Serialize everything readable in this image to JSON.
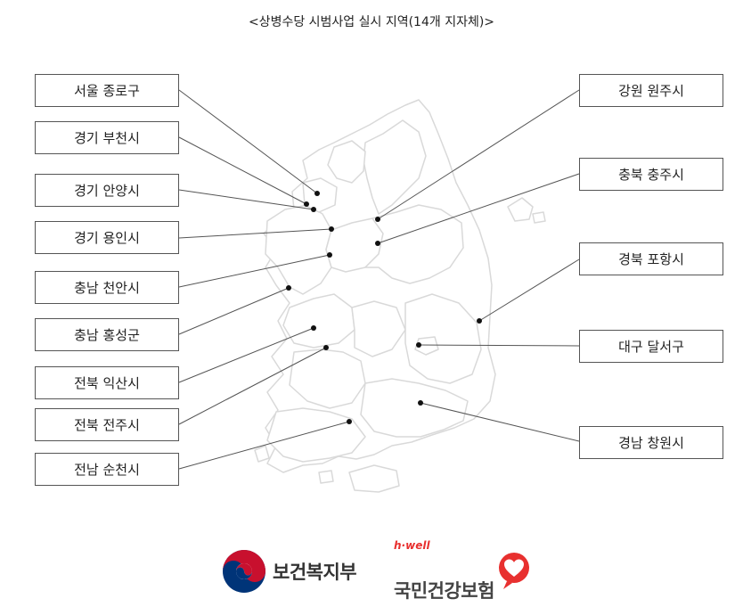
{
  "title": "<상병수당 시범사업 실시 지역(14개 지자체)>",
  "regions_left": [
    "서울 종로구",
    "경기 부천시",
    "경기 안양시",
    "경기 용인시",
    "충남 천안시",
    "충남 홍성군",
    "전북 익산시",
    "전북 전주시",
    "전남 순천시"
  ],
  "regions_right": [
    "강원 원주시",
    "충북 충주시",
    "경북 포항시",
    "대구 달서구",
    "경남 창원시"
  ],
  "logos": {
    "mohw_name": "보건복지부",
    "nhis_slogan": "h·well",
    "nhis_name": "국민건강보험"
  },
  "colors": {
    "border": "#555555",
    "leader_line": "#555555",
    "map_outline": "#d9d9d9",
    "mohw_red": "#c8102e",
    "mohw_blue": "#003478",
    "nhis_red": "#e8302f"
  }
}
